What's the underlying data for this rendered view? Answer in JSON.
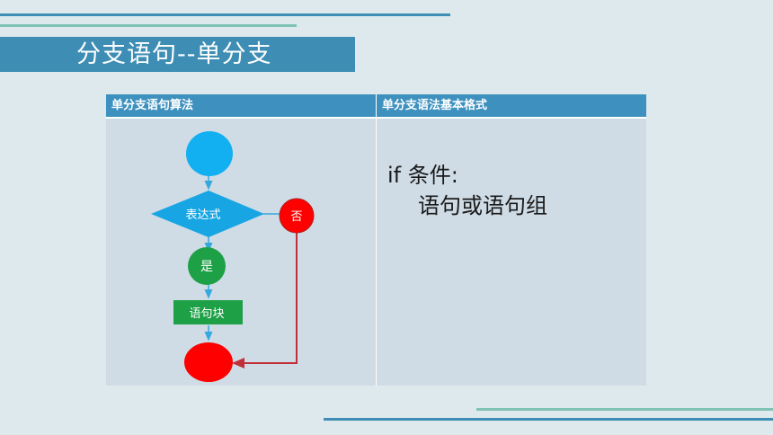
{
  "title": "分支语句--单分支",
  "table": {
    "header_left": "单分支语句算法",
    "header_right": "单分支语法基本格式"
  },
  "flowchart": {
    "condition_label": "表达式",
    "no_label": "否",
    "yes_label": "是",
    "block_label": "语句块"
  },
  "syntax": {
    "line1": "if 条件:",
    "line2": "语句或语句组"
  },
  "colors": {
    "title_band": "#3d8db4",
    "header": "#3e91bf",
    "start_circle": "#12b0f0",
    "diamond": "#17a6e3",
    "no_circle": "#ff0000",
    "yes_circle": "#1ea046",
    "block": "#1ea046",
    "end_circle": "#ff0000",
    "arrow_blue": "#35a8de",
    "arrow_red": "#c0303a"
  }
}
